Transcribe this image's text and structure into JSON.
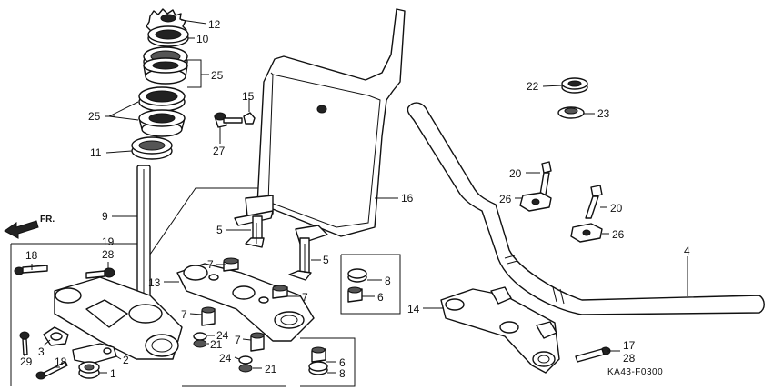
{
  "diagram_code": "KA43-F0300",
  "direction_label": "FR.",
  "callouts": {
    "c12": "12",
    "c10": "10",
    "c25a": "25",
    "c25b": "25",
    "c11": "11",
    "c9": "9",
    "c15": "15",
    "c27": "27",
    "c16": "16",
    "c5a": "5",
    "c5b": "5",
    "c7a": "7",
    "c7b": "7",
    "c7c": "7",
    "c7d": "7",
    "c13": "13",
    "c8a": "8",
    "c6a": "6",
    "c8b": "8",
    "c6b": "6",
    "c24a": "24",
    "c21a": "21",
    "c24b": "24",
    "c21b": "21",
    "c18a": "18",
    "c19": "19",
    "c28a": "28",
    "c29": "29",
    "c3": "3",
    "c18b": "18",
    "c2": "2",
    "c1": "1",
    "c22": "22",
    "c23": "23",
    "c20a": "20",
    "c26a": "26",
    "c20b": "20",
    "c26b": "26",
    "c4": "4",
    "c14": "14",
    "c17": "17",
    "c28b": "28"
  }
}
